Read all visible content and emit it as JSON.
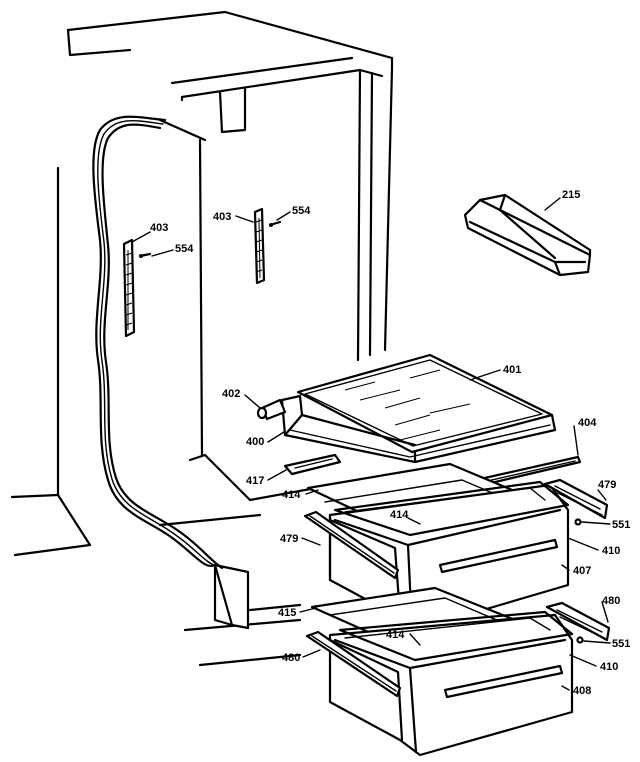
{
  "parts": {
    "p215": "215",
    "p400": "400",
    "p401": "401",
    "p402": "402",
    "p403_left": "403",
    "p403_right": "403",
    "p404": "404",
    "p407": "407",
    "p408": "408",
    "p410_upper": "410",
    "p410_lower": "410",
    "p414_a": "414",
    "p414_b": "414",
    "p414_c": "414",
    "p415": "415",
    "p417": "417",
    "p479_left": "479",
    "p479_right": "479",
    "p480_upper": "480",
    "p480_lower": "480",
    "p551_upper": "551",
    "p551_lower": "551",
    "p554_left": "554",
    "p554_right": "554"
  }
}
